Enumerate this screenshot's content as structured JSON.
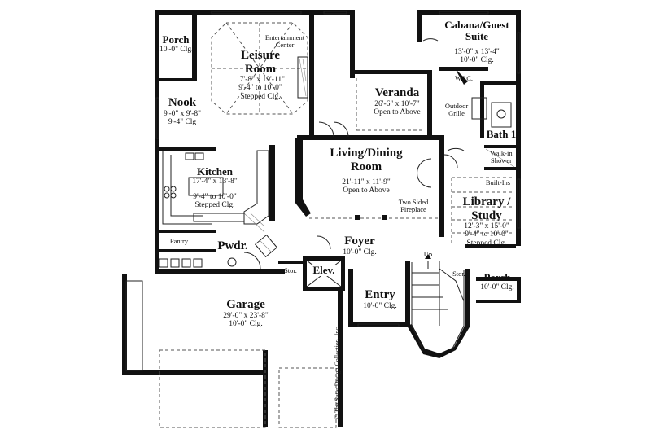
{
  "rooms": {
    "porch_top": {
      "name": "Porch",
      "dims": "10'-0\" Clg."
    },
    "leisure": {
      "name_line1": "Leisure",
      "name_line2": "Room",
      "dims": "17'-8\" x 19'-11\"",
      "clg1": "9'-4\" to 10'-0\"",
      "clg2": "Stepped Clg."
    },
    "entertainment": {
      "line1": "Entertainment",
      "line2": "Center"
    },
    "nook": {
      "name": "Nook",
      "dims": "9'-0\" x 9'-8\"",
      "clg": "9'-4\" Clg"
    },
    "veranda": {
      "name": "Veranda",
      "dims": "26'-6\" x 10'-7\"",
      "clg": "Open to Above"
    },
    "cabana": {
      "name_line1": "Cabana/Guest",
      "name_line2": "Suite",
      "dims": "13'-0\" x 13'-4\"",
      "clg": "10'-0\" Clg."
    },
    "wic": {
      "name": "W.I.C."
    },
    "grille": {
      "line1": "Outdoor",
      "line2": "Grille"
    },
    "bath1": {
      "name": "Bath 1"
    },
    "shower": {
      "line1": "Walk-in",
      "line2": "Shower"
    },
    "kitchen": {
      "name": "Kitchen",
      "dims": "17'-4\" x 13'-8\"",
      "clg1": "9'-4\" to 10'-0\"",
      "clg2": "Stepped Clg."
    },
    "living": {
      "name_line1": "Living/Dining",
      "name_line2": "Room",
      "dims": "21'-11\" x 11'-9\"",
      "clg": "Open to Above"
    },
    "fireplace": {
      "line1": "Two Sided",
      "line2": "Fireplace"
    },
    "builtins": {
      "name": "Built-Ins"
    },
    "library": {
      "name_line1": "Library /",
      "name_line2": "Study",
      "dims": "12'-3\" x 15'-0\"",
      "clg1": "9'-4\" to 10'-0\"",
      "clg2": "Stepped Clg."
    },
    "pantry": {
      "name": "Pantry"
    },
    "pwdr": {
      "name": "Pwdr."
    },
    "foyer": {
      "name": "Foyer",
      "clg": "10'-0\" Clg."
    },
    "stor1": {
      "name": "Stor."
    },
    "elev": {
      "name": "Elev."
    },
    "up": {
      "name": "Up"
    },
    "stor2": {
      "name": "Stor."
    },
    "porch_right": {
      "name": "Porch",
      "dims": "10'-0\" Clg."
    },
    "garage": {
      "name": "Garage",
      "dims": "29'-0\" x 23'-8\"",
      "clg": "10'-0\" Clg."
    },
    "entry": {
      "name": "Entry",
      "clg": "10'-0\" Clg."
    }
  },
  "copyright": "© The Sater Design Collection, Inc."
}
